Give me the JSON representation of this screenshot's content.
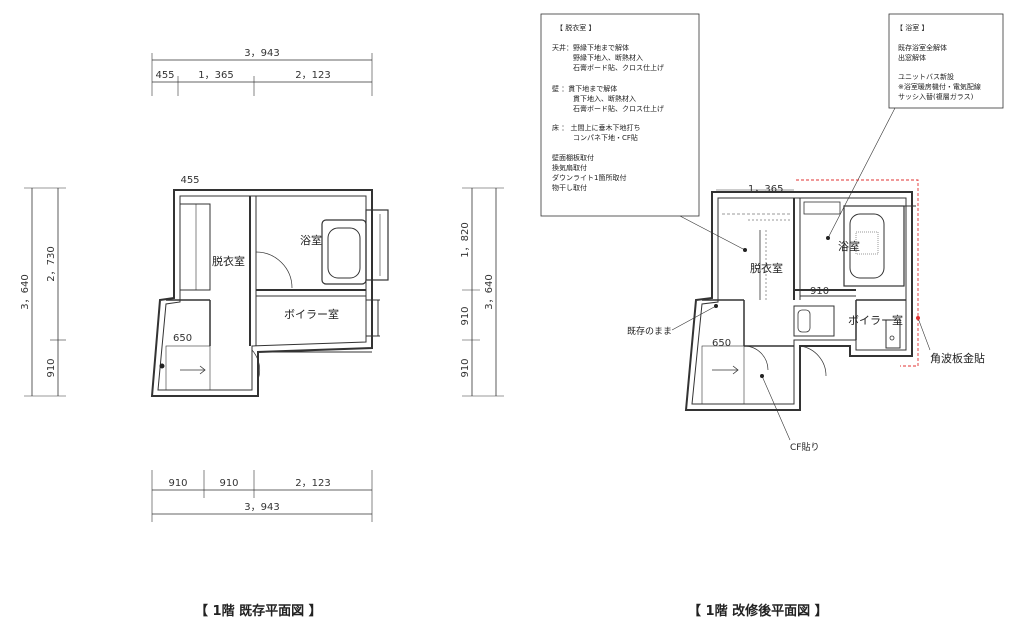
{
  "existing": {
    "caption": "【 1階 既存平面図 】",
    "dims_top": {
      "total": "3，943",
      "a": "455",
      "b": "1，365",
      "c": "2，123"
    },
    "dim_455_wall": "455",
    "dims_left": {
      "total": "3，640",
      "a": "2，730",
      "b": "910"
    },
    "dims_right": {
      "a": "1，820",
      "b": "910",
      "c": "910",
      "total": "3，640"
    },
    "dims_bottom": {
      "a": "910",
      "b": "910",
      "c": "2，123",
      "total": "3，943"
    },
    "rooms": {
      "dressing": "脱衣室",
      "bath": "浴室",
      "boiler": "ボイラー室"
    },
    "stair_dim": "650"
  },
  "renovated": {
    "caption": "【 1階 改修後平面図 】",
    "dim_top": "1，365",
    "rooms": {
      "dressing": "脱衣室",
      "bath": "浴室",
      "boiler": "ボイラー室"
    },
    "dim_910": "910",
    "stair_dim": "650",
    "label_existing": "既存のまま",
    "label_cf": "CF貼り",
    "label_siding": "角波板金貼",
    "note_dressing": {
      "title": "【 脱衣室 】",
      "lines": [
        "天井：野縁下地まで解体",
        "　　　野縁下地入、断熱材入",
        "　　　石膏ボード貼、クロス仕上げ",
        "",
        "壁 ：貫下地まで解体",
        "　　　貫下地入、断熱材入",
        "　　　石膏ボード貼、クロス仕上げ",
        "",
        "床 ： 土間上に垂木下地打ち",
        "　　　コンパネ下地・CF貼",
        "",
        "壁面棚板取付",
        "換気扇取付",
        "ダウンライト1箇所取付",
        "物干し取付"
      ]
    },
    "note_bath": {
      "title": "【 浴室 】",
      "lines": [
        "既存浴室全解体",
        "出窓解体",
        "",
        "ユニットバス新設",
        "※浴室暖房機付・電気配線",
        "サッシ入替(複層ガラス)"
      ]
    }
  },
  "colors": {
    "line": "#333333",
    "red_dash": "#e03030",
    "wall_fill": "#ffffff"
  }
}
